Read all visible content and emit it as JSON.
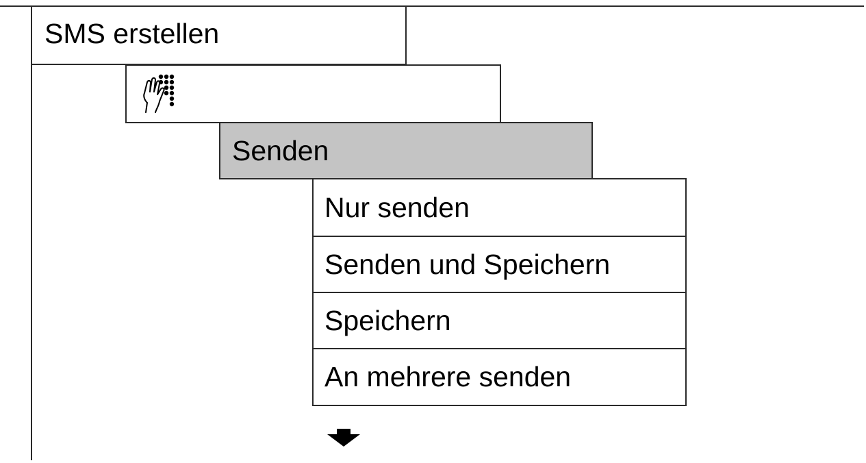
{
  "menu": {
    "root_label": "SMS erstellen",
    "input_icon": "hand-keypad-icon",
    "submenu_label": "Senden",
    "highlight_color": "#c4c4c4",
    "options": [
      "Nur senden",
      "Senden und Speichern",
      "Speichern",
      "An mehrere senden"
    ],
    "more_indicator_icon": "arrow-down-icon"
  }
}
